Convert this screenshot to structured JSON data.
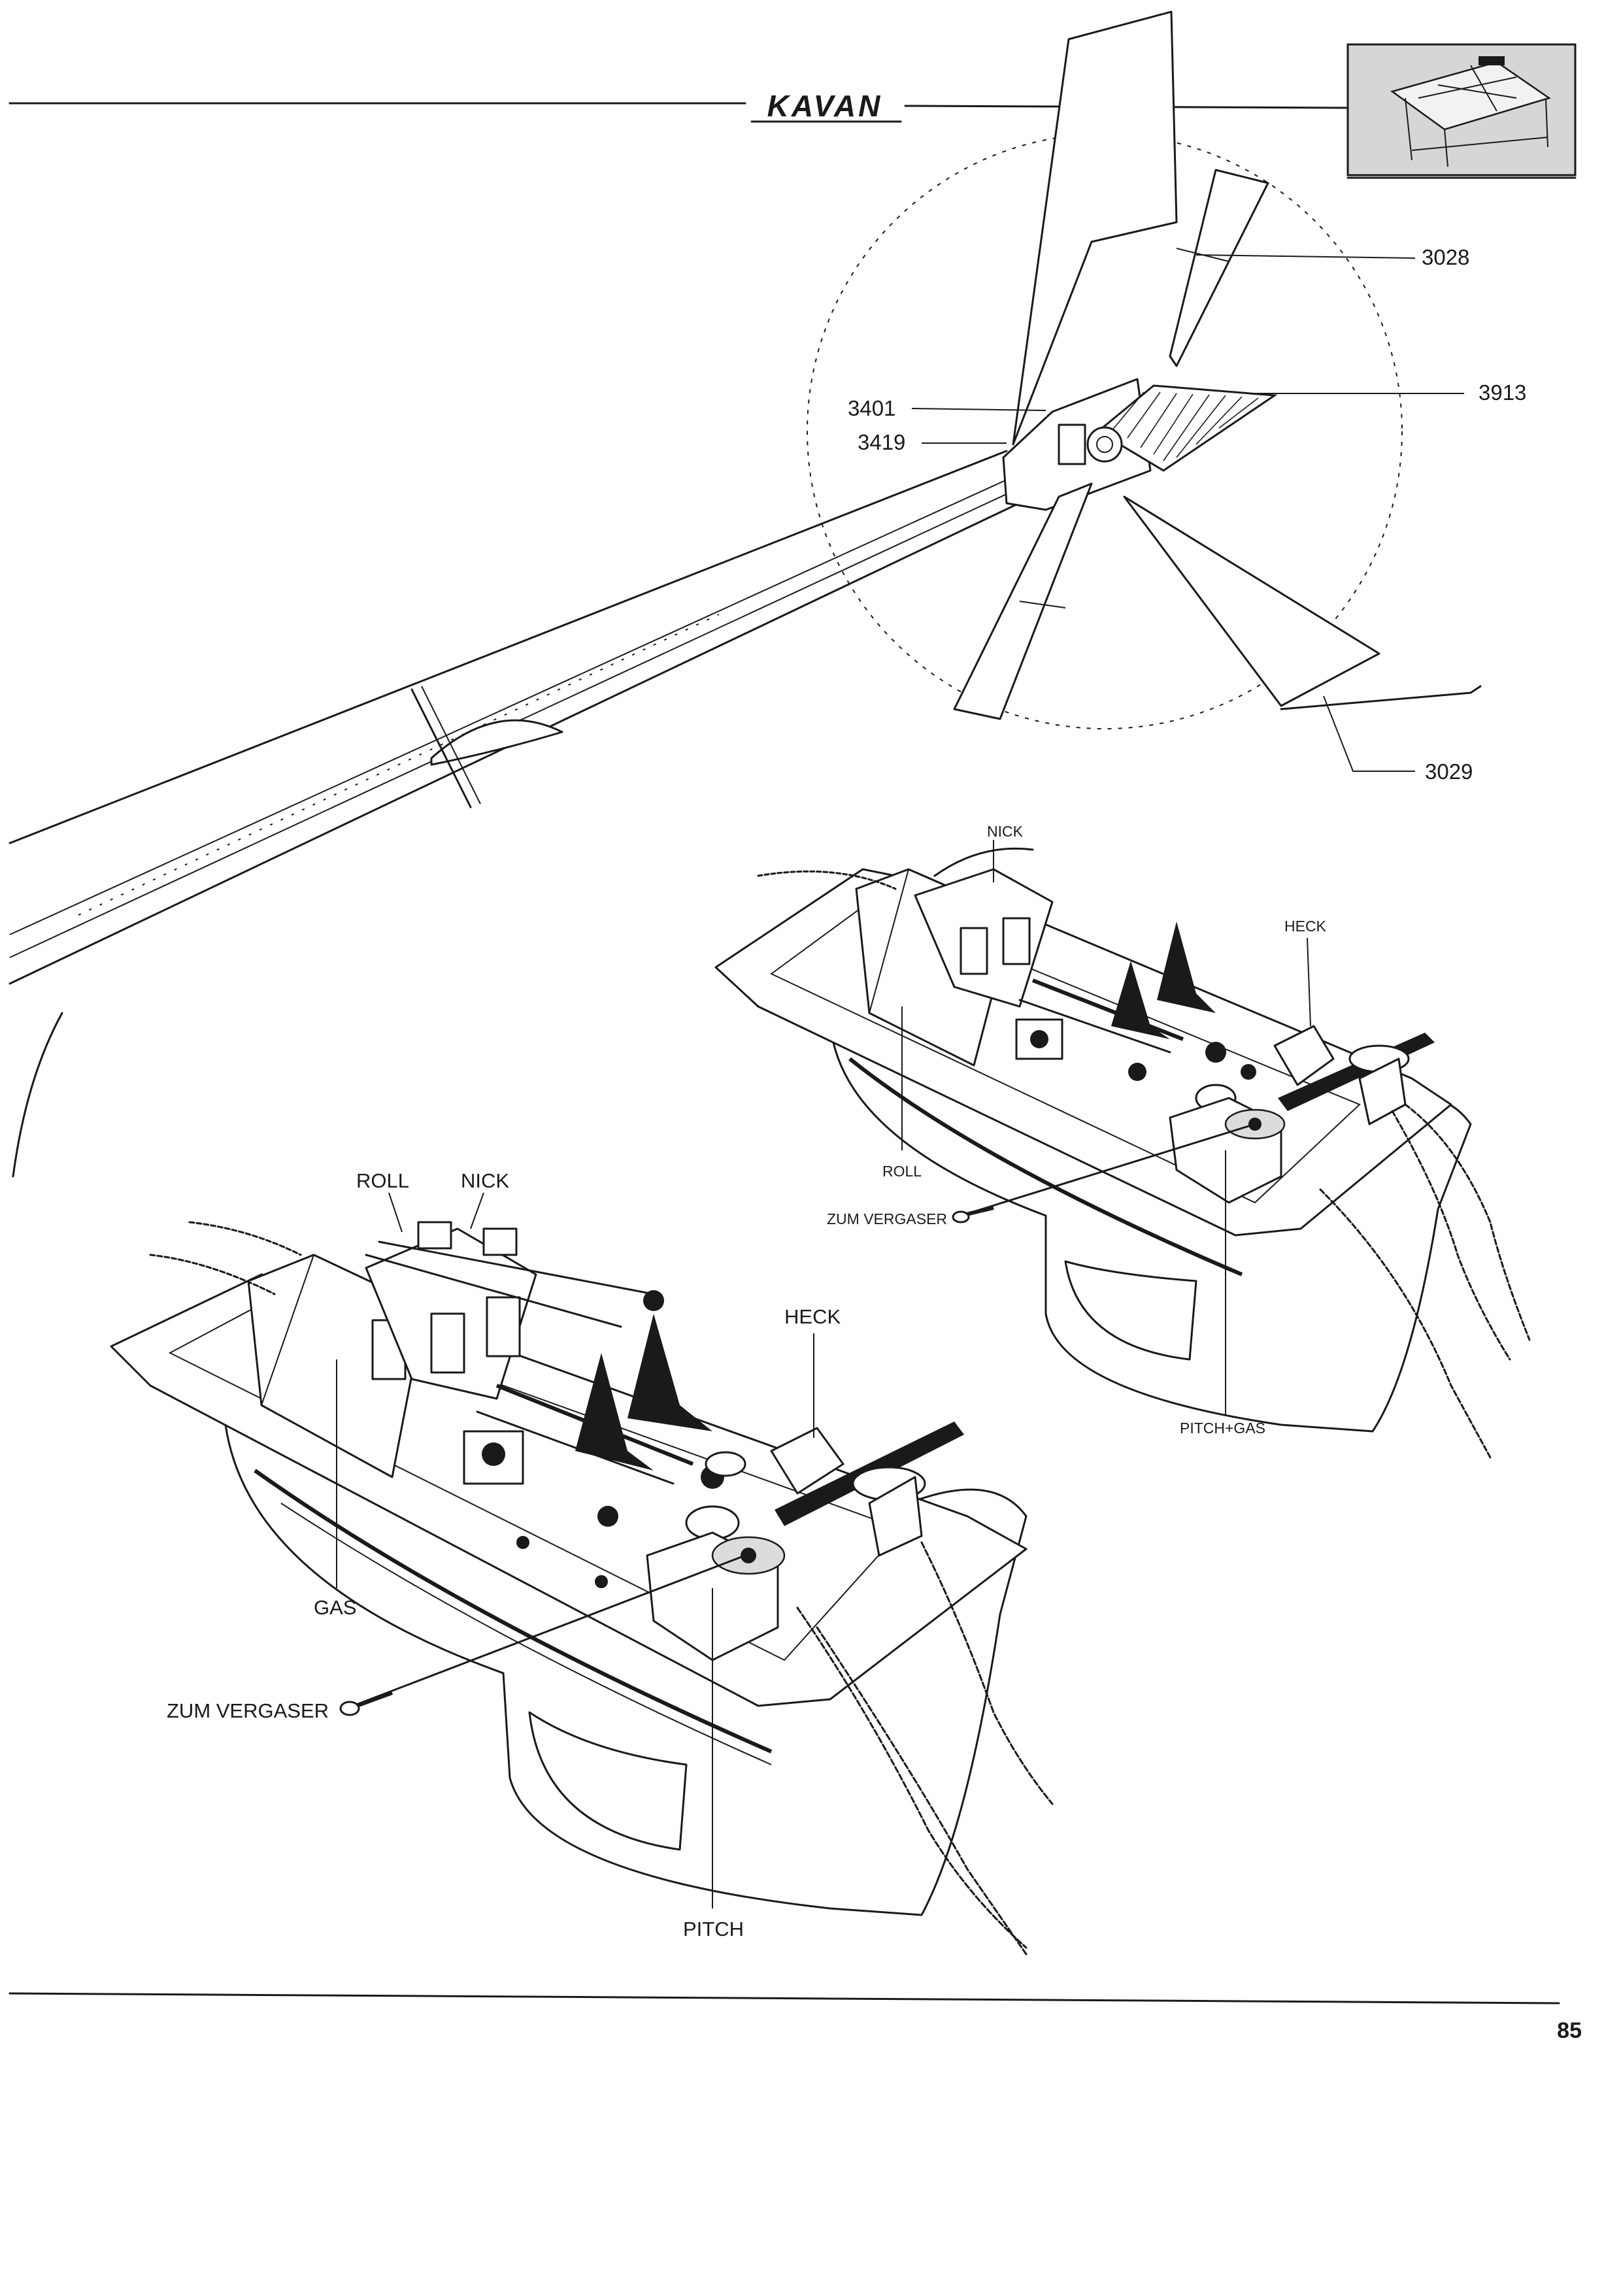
{
  "header": {
    "brand": "KAVAN",
    "thumbnail_icon": "workbench-icon"
  },
  "tail_detail": {
    "part_labels": [
      "3028",
      "3913",
      "3401",
      "3419",
      "3029"
    ]
  },
  "servo_tray_small": {
    "labels": [
      "NICK",
      "HECK",
      "ROLL",
      "ZUM VERGASER",
      "PITCH+GAS"
    ]
  },
  "servo_tray_large": {
    "labels": [
      "ROLL",
      "NICK",
      "HECK",
      "GAS",
      "ZUM VERGASER",
      "PITCH"
    ]
  },
  "footer": {
    "page_number": "85"
  }
}
